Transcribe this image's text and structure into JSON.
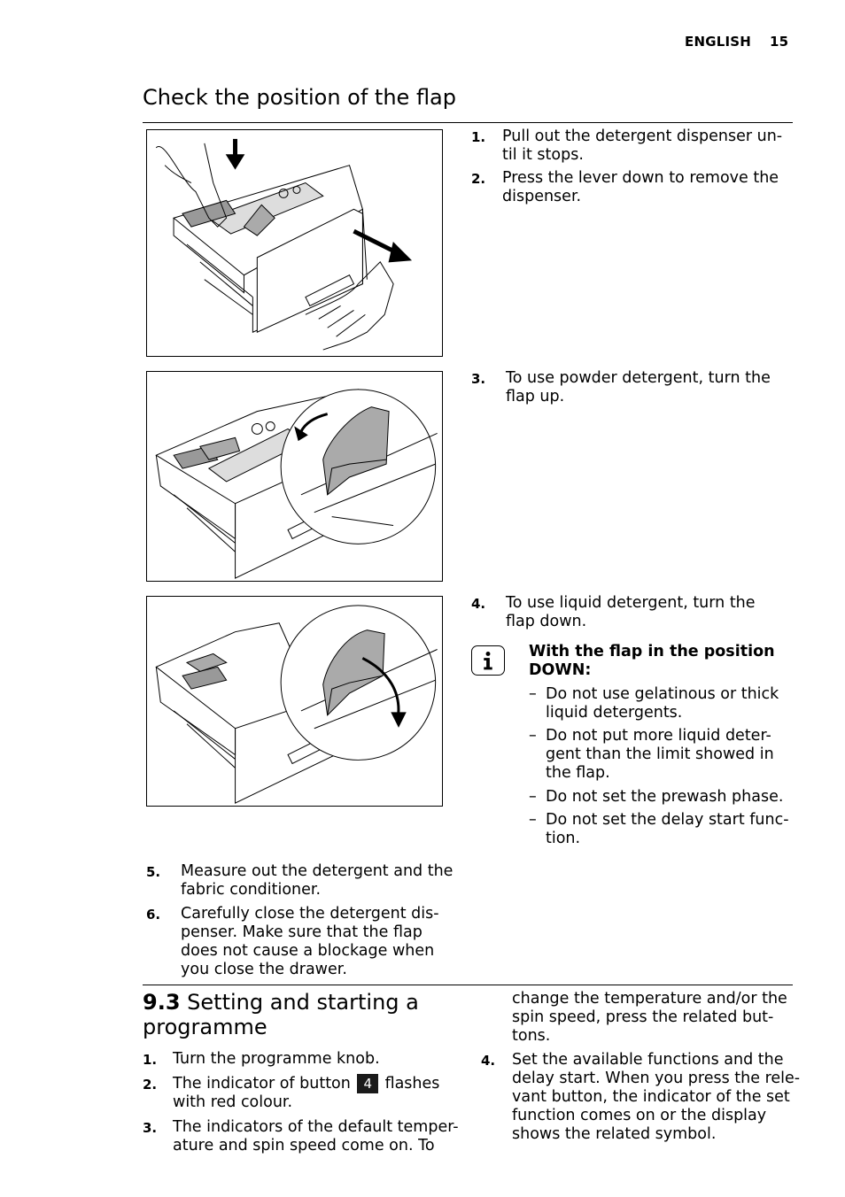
{
  "header": {
    "language": "ENGLISH",
    "page_number": "15"
  },
  "section_flap": {
    "title": "Check the position of the flap",
    "steps": [
      {
        "num": "1.",
        "text": "Pull out the detergent dispenser un-\ntil it stops."
      },
      {
        "num": "2.",
        "text": "Press the lever down to remove the\ndispenser."
      },
      {
        "num": "3.",
        "text": "To use powder detergent, turn the\nflap up."
      },
      {
        "num": "4.",
        "text": "To use liquid detergent, turn the\nflap down."
      },
      {
        "num": "5.",
        "text": "Measure out the detergent and the\nfabric conditioner."
      },
      {
        "num": "6.",
        "text": "Carefully close the detergent dis-\npenser. Make sure that the flap\ndoes not cause a blockage when\nyou close the drawer."
      }
    ],
    "info_note": {
      "title": "With the flap in the position\nDOWN:",
      "dash": "–",
      "bullets": [
        "Do not use gelatinous or thick\nliquid detergents.",
        "Do not put more liquid deter-\ngent than the limit showed in\nthe flap.",
        "Do not set the prewash phase.",
        "Do not set the delay start func-\ntion."
      ]
    }
  },
  "section_programme": {
    "number": "9.3",
    "title": "Setting and starting a\nprogramme",
    "steps": [
      {
        "num": "1.",
        "text": "Turn the programme knob."
      },
      {
        "num": "2.",
        "text_before": "The indicator of button",
        "badge": "4",
        "text_after": "flashes\nwith red colour."
      },
      {
        "num": "3.",
        "text": "The indicators of the default temper-\nature and spin speed come on. To"
      },
      {
        "num": "",
        "text": "change the temperature and/or the\nspin speed, press the related but-\ntons."
      },
      {
        "num": "4.",
        "text": "Set the available functions and the\ndelay start. When you press the rele-\nvant button, the indicator of the set\nfunction comes on or the display\nshows the related symbol."
      }
    ]
  },
  "icons": {
    "info": "info-icon",
    "arrow": "arrow-icon",
    "hand": "hand-icon"
  }
}
